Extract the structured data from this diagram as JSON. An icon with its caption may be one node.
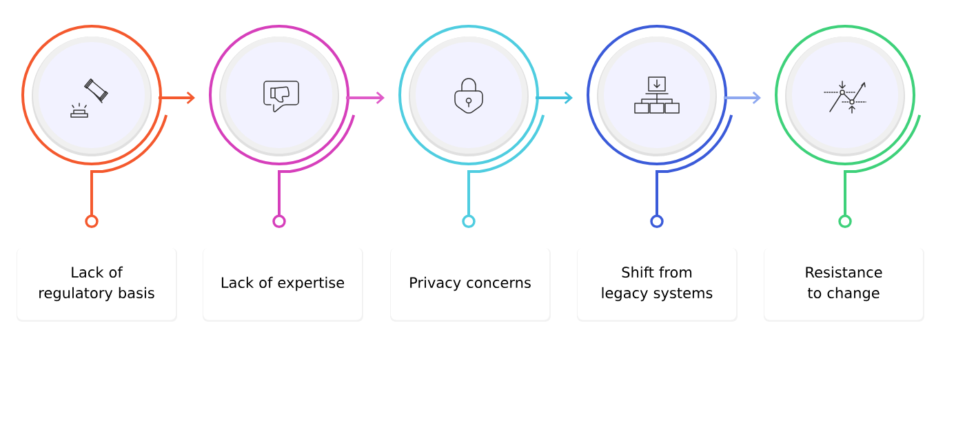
{
  "diagram": {
    "nodes": [
      {
        "text": [],
        "shape": "circle"
      },
      {
        "text": [],
        "shape": "circle"
      },
      {
        "text": [],
        "shape": "circle"
      },
      {
        "text": [],
        "shape": "circle"
      },
      {
        "text": [],
        "shape": "circle"
      },
      {
        "text": [
          "Lack of regulatory basis"
        ]
      },
      {
        "text": [
          "Lack of expertise"
        ]
      },
      {
        "text": [
          "Privacy concerns"
        ]
      },
      {
        "text": [
          "Shift from legacy systems"
        ]
      },
      {
        "text": [
          "Resistance to change"
        ]
      }
    ],
    "edges": [
      {
        "from": 0,
        "to": 1,
        "arrow": "to",
        "color": "#f4592e"
      },
      {
        "from": 1,
        "to": 2,
        "arrow": "to",
        "color": "#df5bc8"
      },
      {
        "from": 2,
        "to": 3,
        "arrow": "to",
        "color": "#3fc0dc"
      },
      {
        "from": 3,
        "to": 4,
        "arrow": "to",
        "color": "#8ea8f0"
      },
      {
        "from": 0,
        "to": 5,
        "arrow": "other",
        "color": "#f4592e"
      },
      {
        "from": 1,
        "to": 6,
        "arrow": "other",
        "color": "#d63fbb"
      },
      {
        "from": 2,
        "to": 7,
        "arrow": "other",
        "color": "#4fcde0"
      },
      {
        "from": 3,
        "to": 8,
        "arrow": "other",
        "color": "#3b5bd9"
      },
      {
        "from": 4,
        "to": 9,
        "arrow": "other",
        "color": "#3ed17a"
      }
    ]
  }
}
